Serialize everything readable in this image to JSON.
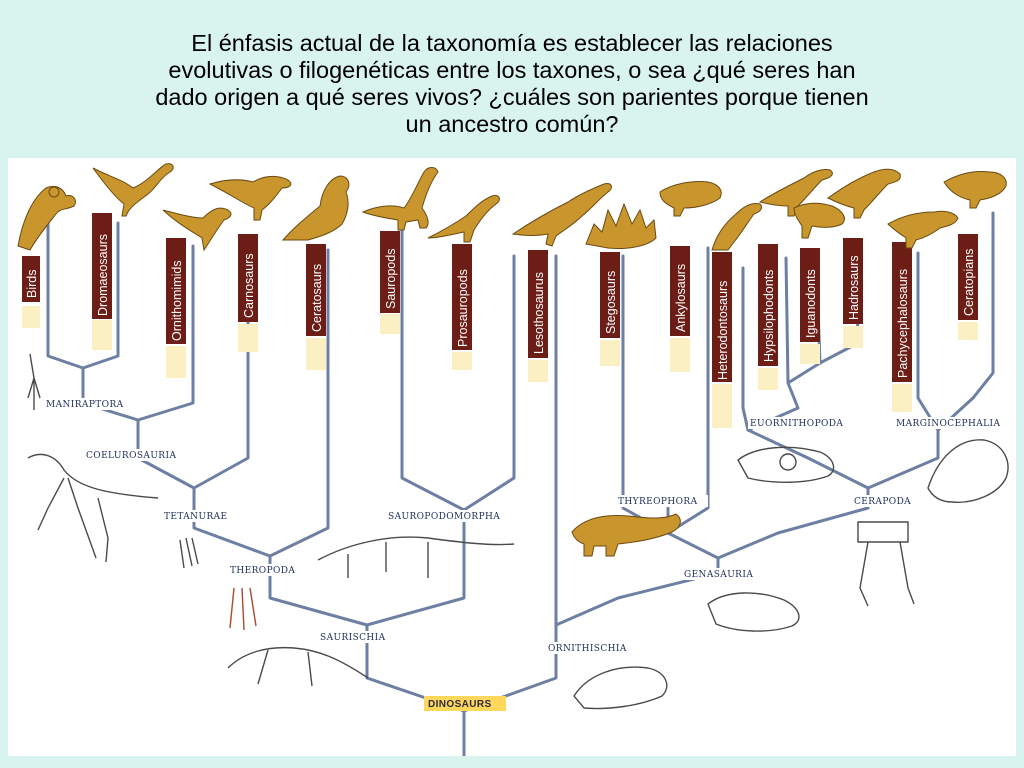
{
  "slide": {
    "title_lines": [
      "El énfasis actual de la taxonomía es establecer las relaciones",
      "evolutivas o filogenéticas entre los taxones, o sea ¿qué seres han",
      "dado origen a qué seres vivos? ¿cuáles son parientes porque tienen",
      "un ancestro común?"
    ]
  },
  "taxa": [
    "Birds",
    "Dromaeosaurs",
    "Ornithomimids",
    "Carnosaurs",
    "Ceratosaurs",
    "Sauropods",
    "Prosauropods",
    "Lesothosaurus",
    "Stegosaurs",
    "Ankylosaurs",
    "Heterodontosaurs",
    "Hypsilophodonts",
    "Iguanodonts",
    "Hadrosaurs",
    "Pachycephalosaurs",
    "Ceratopians"
  ],
  "clades": {
    "maniraptora": "MANIRAPTORA",
    "coelurosauria": "COELUROSAURIA",
    "tetanurae": "TETANURAE",
    "theropoda": "THEROPODA",
    "saurischia": "SAURISCHIA",
    "sauropodomorpha": "SAUROPODOMORPHA",
    "ornithischia": "ORNITHISCHIA",
    "thyreophora": "THYREOPHORA",
    "genasauria": "GENASAURIA",
    "euornithopoda": "EUORNITHOPODA",
    "marginocephalia": "MARGINOCEPHALIA",
    "cerapoda": "CERAPODA",
    "dinosaurs": "DINOSAURS"
  },
  "colors": {
    "background": "#d9f3ee",
    "branch": "#6d7fa3",
    "label_box": "#6b1d16",
    "label_tab": "#fbefc4",
    "dinosaur_fill": "#c9962e",
    "root_label_bg": "#ffd75a"
  }
}
